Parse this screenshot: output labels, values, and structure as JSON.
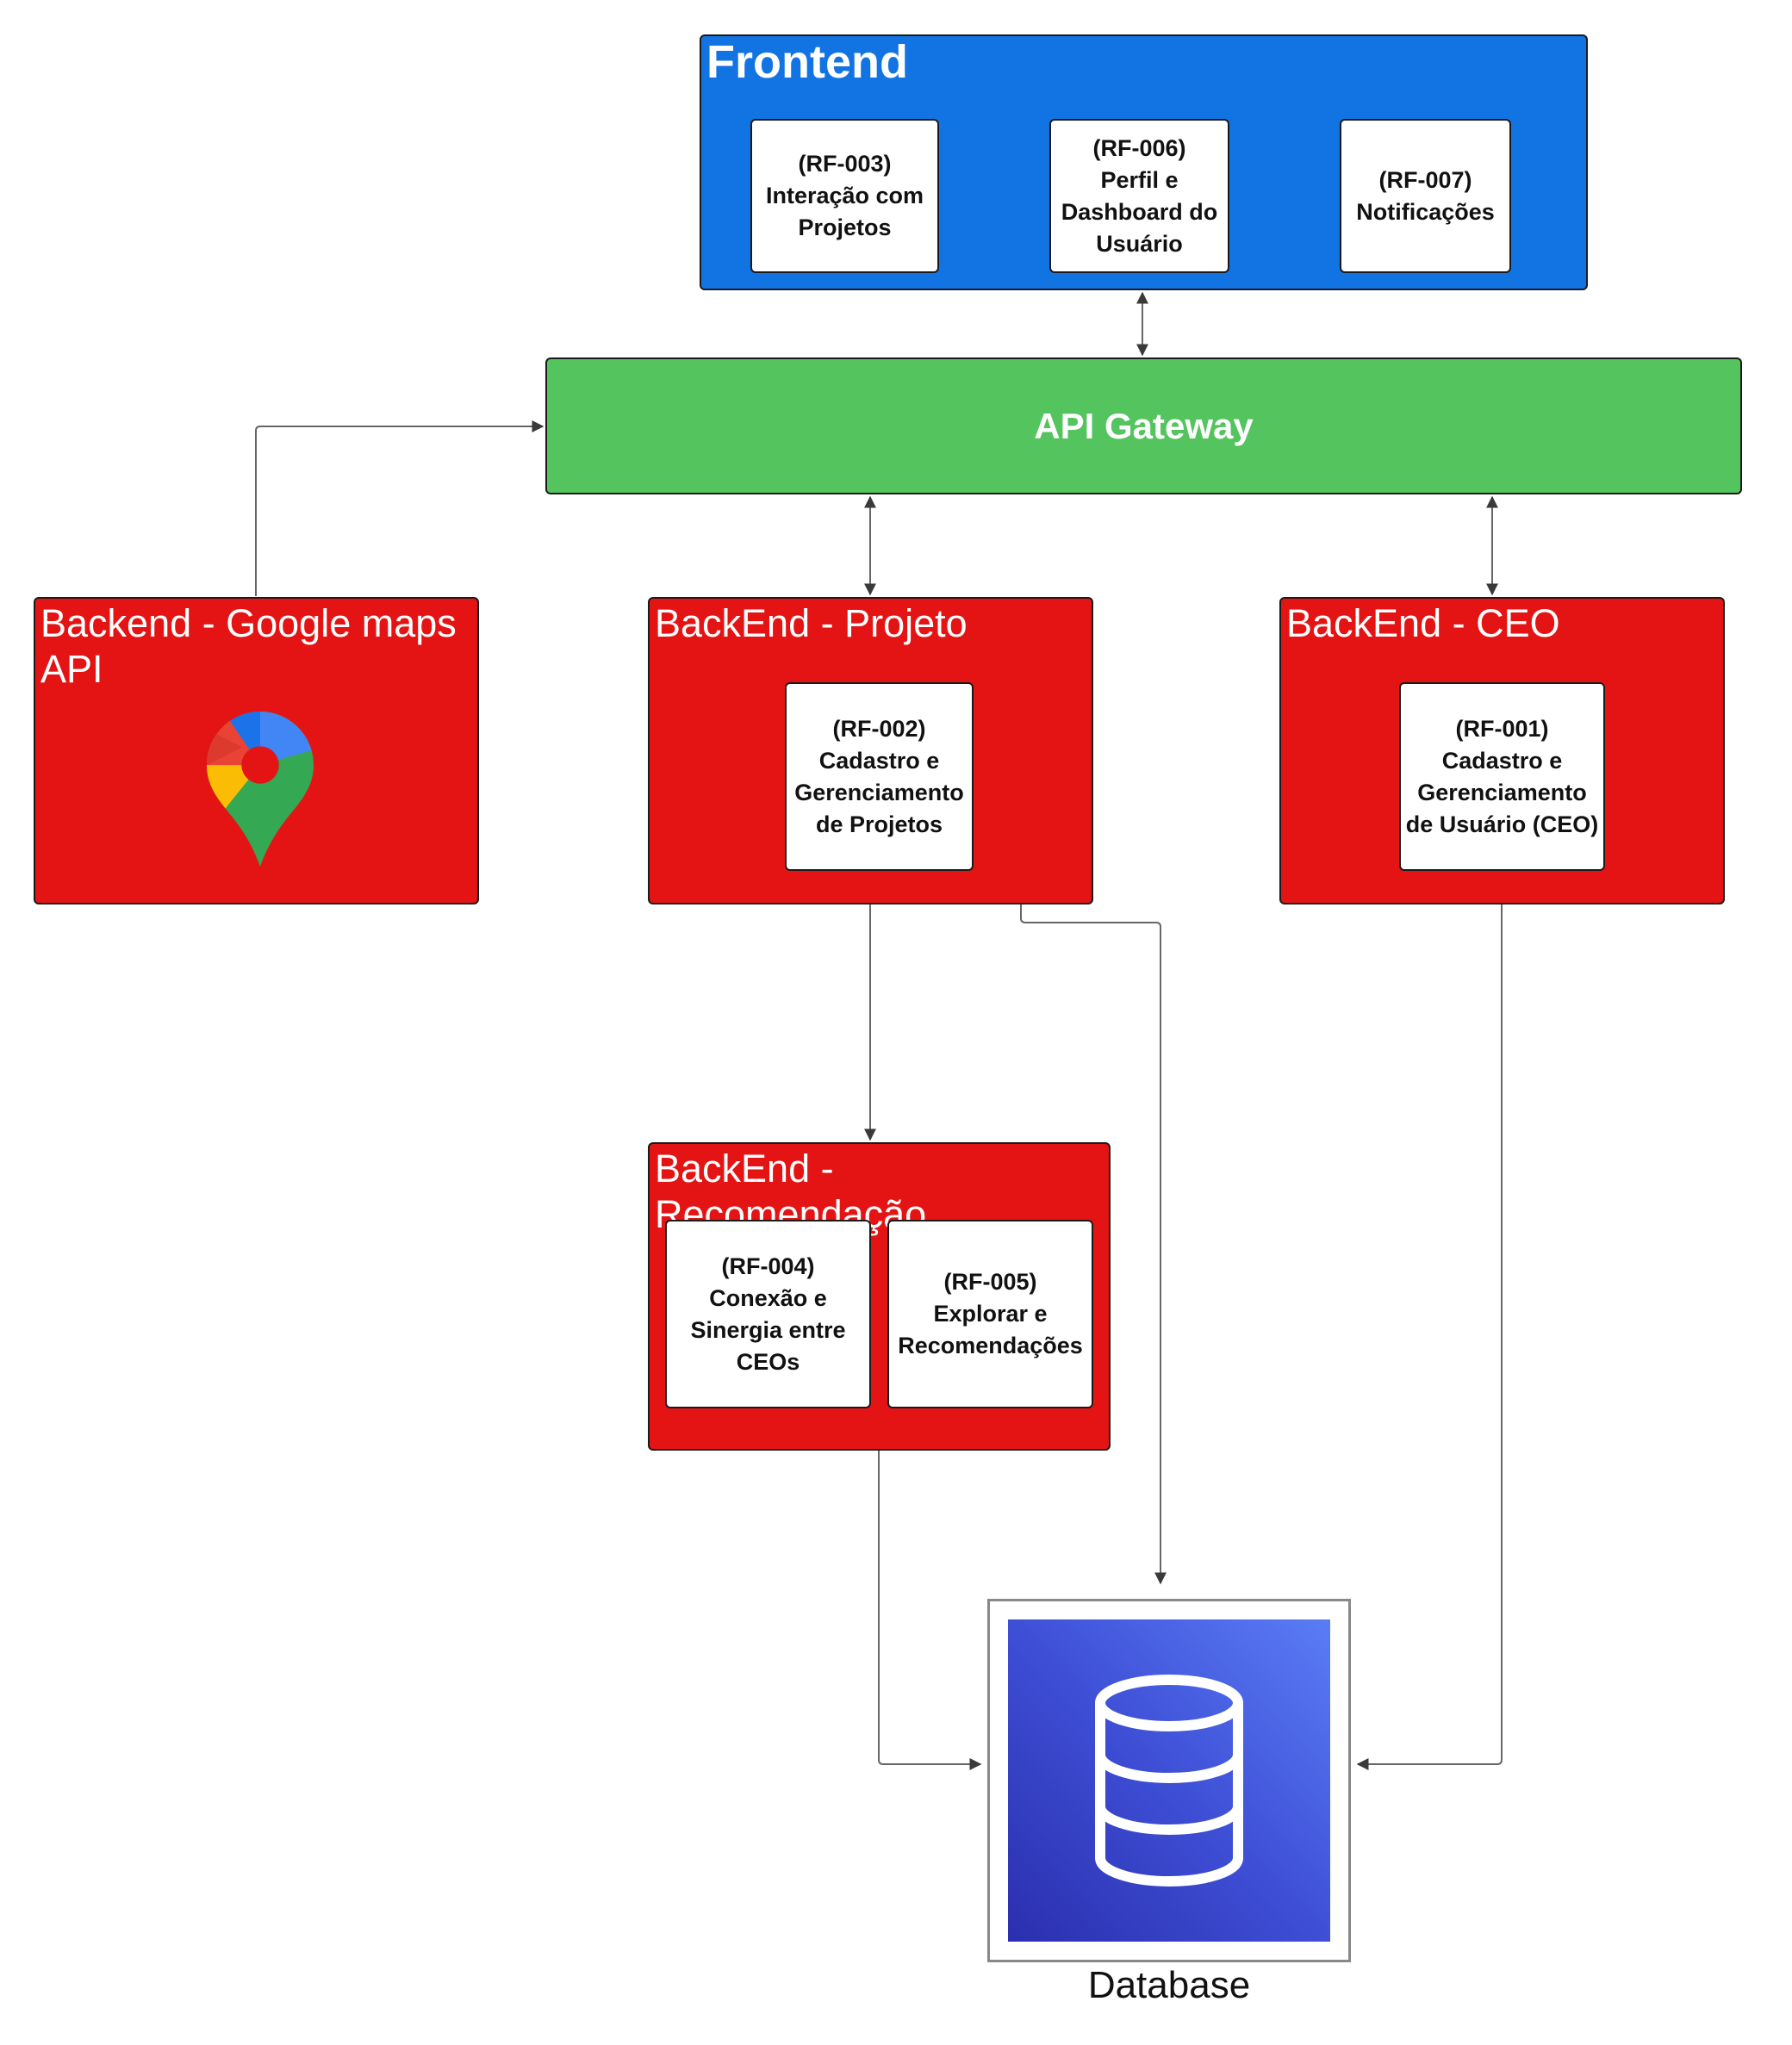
{
  "frontend": {
    "title": "Frontend",
    "cards": [
      "(RF-003)\nInteração com\nProjetos",
      "(RF-006)\nPerfil e\nDashboard do\nUsuário",
      "(RF-007)\nNotificações"
    ]
  },
  "gateway": {
    "title": "API Gateway"
  },
  "backend_maps": {
    "title": "Backend - Google maps\nAPI",
    "icon": "google-maps-pin-icon"
  },
  "backend_projeto": {
    "title": "BackEnd - Projeto",
    "cards": [
      "(RF-002)\nCadastro e\nGerenciamento\nde Projetos"
    ]
  },
  "backend_ceo": {
    "title": "BackEnd - CEO",
    "cards": [
      "(RF-001)\nCadastro e\nGerenciamento\nde Usuário (CEO)"
    ]
  },
  "backend_recomendacao": {
    "title": "BackEnd - Recomendação",
    "cards": [
      "(RF-004)\nConexão e\nSinergia entre\nCEOs",
      "(RF-005)\nExplorar e\nRecomendações"
    ]
  },
  "database": {
    "label": "Database",
    "icon": "database-icon"
  },
  "colors": {
    "frontend": "#1273e3",
    "gateway": "#54c45e",
    "backend": "#e51414",
    "database": "#3e4fd6",
    "connector": "#555555"
  }
}
